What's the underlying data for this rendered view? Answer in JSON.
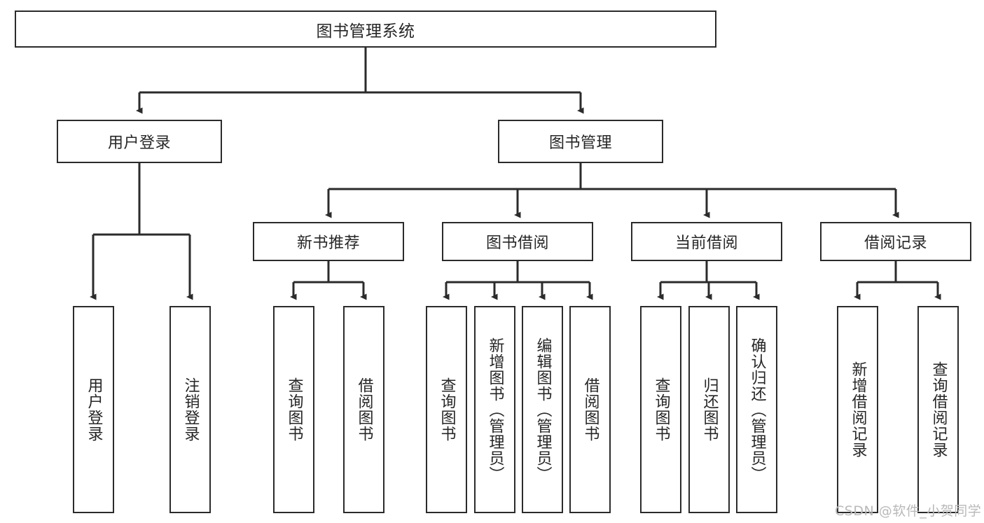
{
  "diagram": {
    "title": "图书管理系统",
    "type": "tree-hierarchy-chart",
    "root": {
      "label": "图书管理系统"
    },
    "level1": [
      {
        "label": "用户登录"
      },
      {
        "label": "图书管理"
      }
    ],
    "level2": [
      {
        "label": "新书推荐"
      },
      {
        "label": "图书借阅"
      },
      {
        "label": "当前借阅"
      },
      {
        "label": "借阅记录"
      }
    ],
    "leaves": {
      "user_login": [
        {
          "label": "用户登录"
        },
        {
          "label": "注销登录"
        }
      ],
      "new_book_recommend": [
        {
          "label": "查询图书"
        },
        {
          "label": "借阅图书"
        }
      ],
      "book_borrow": [
        {
          "label": "查询图书"
        },
        {
          "label": "新增图书（管理员）"
        },
        {
          "label": "编辑图书（管理员）"
        },
        {
          "label": "借阅图书"
        }
      ],
      "current_borrow": [
        {
          "label": "查询图书"
        },
        {
          "label": "归还图书"
        },
        {
          "label": "确认归还（管理员）"
        }
      ],
      "borrow_record": [
        {
          "label": "新增借阅记录"
        },
        {
          "label": "查询借阅记录"
        }
      ]
    }
  },
  "watermark": {
    "text": "CSDN @软件_小贺同学"
  },
  "colors": {
    "stroke": "#2b2b2b",
    "background": "#ffffff",
    "text": "#262626",
    "watermark": "#b9b9b9"
  }
}
